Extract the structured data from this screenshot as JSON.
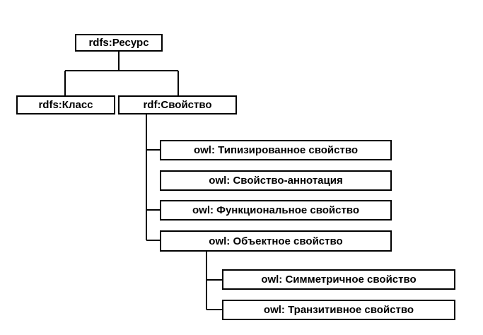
{
  "diagram": {
    "root": "rdfs:Ресурс",
    "level1": {
      "class": "rdfs:Класс",
      "property": "rdf:Свойство"
    },
    "property_children": {
      "datatype": "owl: Типизированное свойство",
      "annotation": "owl: Свойство-аннотация",
      "functional": "owl: Функциональное свойство",
      "object": "owl: Объектное свойство"
    },
    "object_children": {
      "symmetric": "owl: Симметричное свойство",
      "transitive": "owl: Транзитивное свойство"
    }
  }
}
